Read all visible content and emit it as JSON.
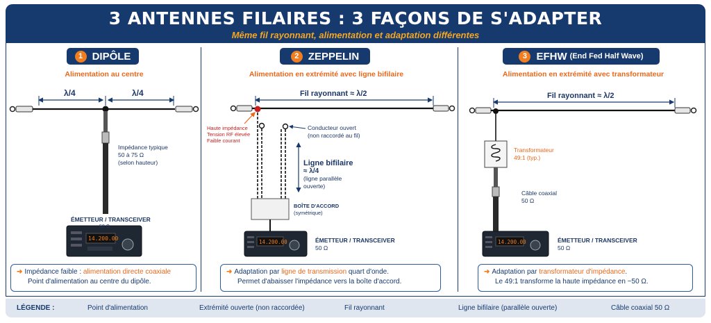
{
  "header": {
    "title": "3 ANTENNES FILAIRES : 3 FAÇONS DE S'ADAPTER",
    "subtitle": "Même fil rayonnant, alimentation et adaptation différentes"
  },
  "colors": {
    "navy": "#173a6e",
    "orange": "#e8681c",
    "accent": "#f07d1f",
    "legend_bg": "#dfe6ef"
  },
  "dipole": {
    "number": "1",
    "name": "DIPÔLE",
    "feed": "Alimentation au centre",
    "left_label": "λ/4",
    "right_label": "λ/4",
    "impedance_title": "Impédance typique",
    "impedance_value": "50 à 75 Ω",
    "impedance_note": "(selon hauteur)",
    "transceiver_label": "ÉMETTEUR / TRANSCEIVER",
    "transceiver_sub": "50 Ω",
    "display": "14.200.00",
    "note_prefix": "Impédance faible : ",
    "note_highlight": "alimentation directe coaxiale",
    "note_line2": "Point d'alimentation au centre du dipôle."
  },
  "zeppelin": {
    "number": "2",
    "name": "ZEPPELIN",
    "feed": "Alimentation en extrémité avec ligne bifilaire",
    "wire_label": "Fil rayonnant ≈ λ/2",
    "high_z_1": "Haute impédance",
    "high_z_2": "Tension RF élevée",
    "high_z_3": "Faible courant",
    "open_1": "Conducteur ouvert",
    "open_2": "(non raccordé au fil)",
    "line_title": "Ligne bifilaire",
    "line_len": "≈ λ/4",
    "line_note_1": "(ligne parallèle",
    "line_note_2": "ouverte)",
    "tuner_1": "BOÎTE D'ACCORD",
    "tuner_2": "(symétrique)",
    "transceiver_label": "ÉMETTEUR / TRANSCEIVER",
    "transceiver_sub": "50 Ω",
    "display": "14.200.00",
    "note_prefix": "Adaptation par ",
    "note_highlight": "ligne de transmission",
    "note_suffix": " quart d'onde.",
    "note_line2": "Permet d'abaisser l'impédance vers la boîte d'accord."
  },
  "efhw": {
    "number": "3",
    "name": "EFHW",
    "name_extra": "(End Fed Half Wave)",
    "feed": "Alimentation en extrémité avec transformateur",
    "wire_label": "Fil rayonnant ≈ λ/2",
    "transformer_1": "Transformateur",
    "transformer_2": "49:1 (typ.)",
    "coax_1": "Câble coaxial",
    "coax_2": "50 Ω",
    "transceiver_label": "ÉMETTEUR / TRANSCEIVER",
    "transceiver_sub": "50 Ω",
    "display": "14.200.00",
    "note_prefix": "Adaptation par ",
    "note_highlight": "transformateur d'impédance",
    "note_suffix": ".",
    "note_line2": "Le 49:1 transforme la haute impédance en ~50 Ω."
  },
  "legend": {
    "title": "LÉGENDE :",
    "feed_point": "Point d'alimentation",
    "open_end": "Extrémité ouverte (non raccordée)",
    "wire": "Fil rayonnant",
    "twin_lead": "Ligne bifilaire (parallèle ouverte)",
    "coax": "Câble coaxial 50 Ω"
  }
}
